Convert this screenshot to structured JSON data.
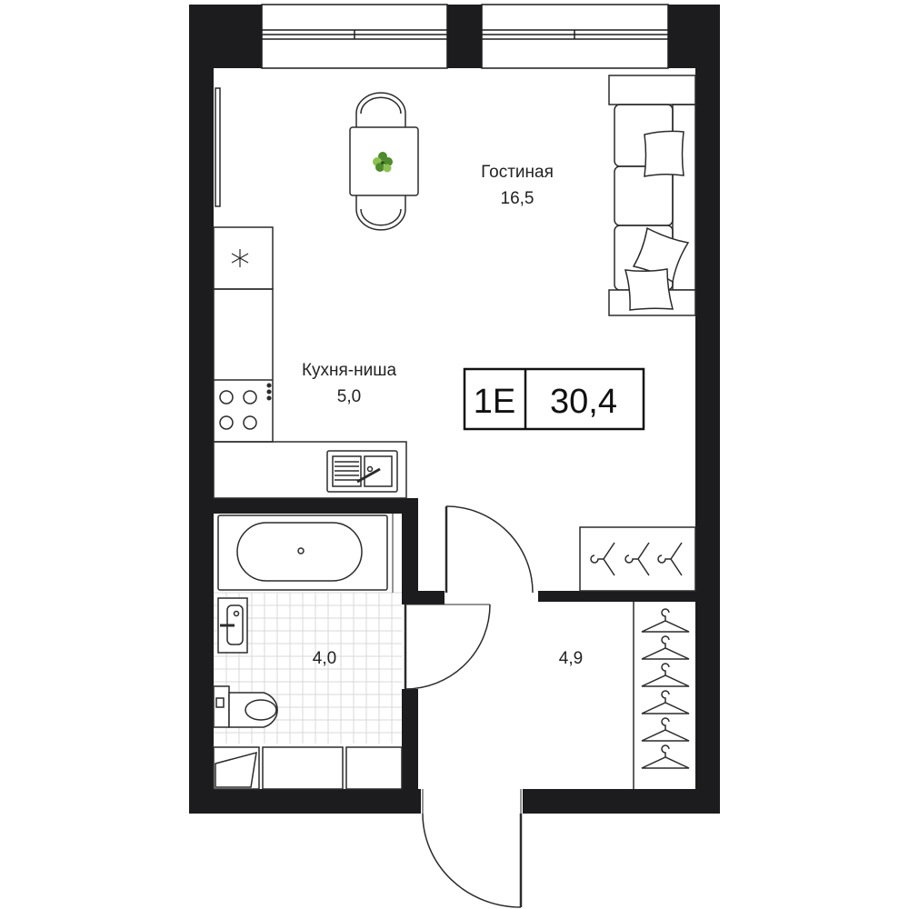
{
  "rooms": {
    "living": {
      "name": "Гостиная",
      "area": "16,5"
    },
    "kitchen": {
      "name": "Кухня-ниша",
      "area": "5,0"
    },
    "bathroom": {
      "area": "4,0"
    },
    "hallway": {
      "area": "4,9"
    }
  },
  "badge": {
    "type": "1E",
    "total_area": "30,4"
  },
  "colors": {
    "wall": "#1c1c1e",
    "line": "#2b2b2b",
    "grid": "#d9d9d9",
    "plant": "#4f8a2c",
    "plant_light": "#8cc152",
    "background": "#ffffff"
  }
}
